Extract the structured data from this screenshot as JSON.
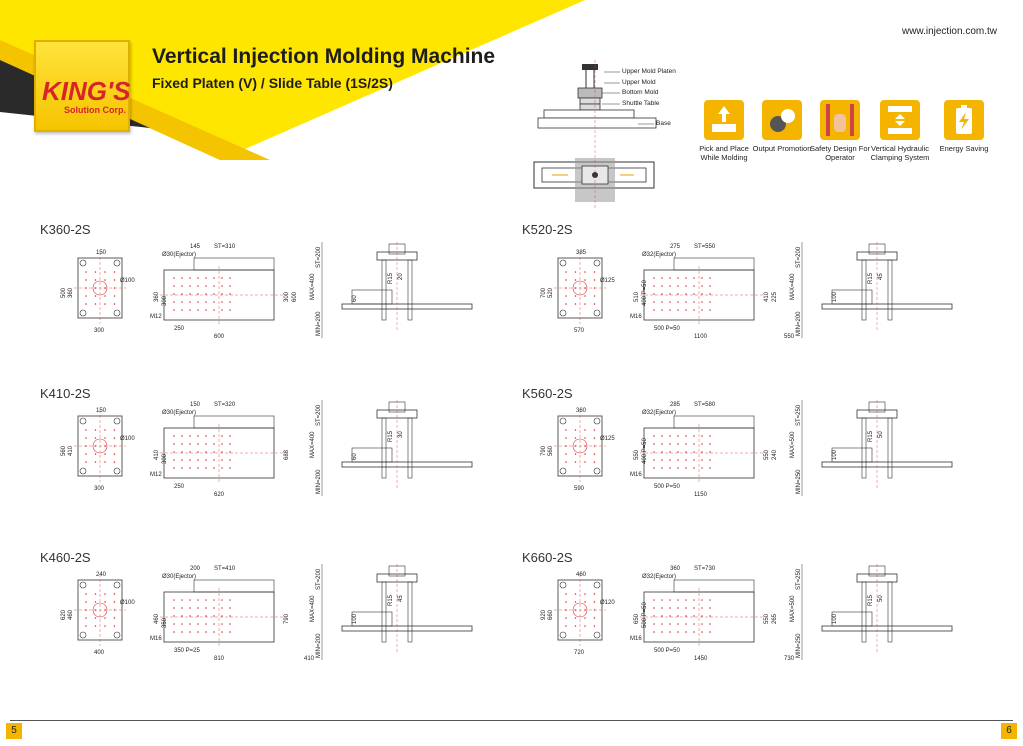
{
  "header": {
    "logo_text": "KING'S",
    "logo_sub": "Solution Corp.",
    "title": "Vertical Injection Molding Machine",
    "subtitle": "Fixed Platen (V) / Slide Table (1S/2S)",
    "url": "www.injection.com.tw"
  },
  "schematic": {
    "labels": [
      "Upper Mold Platen",
      "Upper Mold",
      "Bottom Mold",
      "Shuttle Table",
      "Base"
    ]
  },
  "features": [
    {
      "label": "Pick and Place While Molding",
      "icon": "pick-place-icon"
    },
    {
      "label": "Output Promotion",
      "icon": "output-icon"
    },
    {
      "label": "Safety Design For Operator",
      "icon": "safety-hand-icon"
    },
    {
      "label": "Vertical Hydraulic Clamping System",
      "icon": "clamping-icon"
    },
    {
      "label": "Energy Saving",
      "icon": "battery-icon"
    }
  ],
  "models": [
    {
      "name": "K360-2S",
      "a": "150",
      "b": "360",
      "c": "500",
      "d": "300",
      "hole": "Ø100",
      "ej": "Ø30(Ejector)",
      "e": "145",
      "st": "ST=310",
      "w": "600",
      "f": "250",
      "m": "M12",
      "g": "300",
      "h": "600",
      "i": "360",
      "j": "300",
      "vs": "ST=200",
      "vm": "MAX=400",
      "vn": "MIN=200",
      "r": "R15",
      "k": "20",
      "p": "60"
    },
    {
      "name": "K520-2S",
      "a": "385",
      "b": "520",
      "c": "700",
      "d": "570",
      "hole": "Ø125",
      "ej": "Ø32(Ejector)",
      "e": "275",
      "st": "ST=550",
      "w": "1100",
      "f": "500 P=50",
      "m": "M16",
      "g": "410",
      "h": "225",
      "i": "510",
      "j": "400 P=50",
      "w2": "550",
      "vs": "ST=200",
      "vm": "MAX=400",
      "vn": "MIN=200",
      "r": "R15",
      "k": "45",
      "p": "100"
    },
    {
      "name": "K410-2S",
      "a": "150",
      "b": "410",
      "c": "560",
      "d": "300",
      "hole": "Ø100",
      "ej": "Ø30(Ejector)",
      "e": "150",
      "st": "ST=320",
      "w": "620",
      "f": "250",
      "m": "M12",
      "g": "688",
      "h": "",
      "i": "410",
      "j": "300",
      "vs": "ST=200",
      "vm": "MAX=400",
      "vn": "MIN=200",
      "r": "R15",
      "k": "30",
      "p": "60"
    },
    {
      "name": "K560-2S",
      "a": "360",
      "b": "560",
      "c": "790",
      "d": "590",
      "hole": "Ø125",
      "ej": "Ø32(Ejector)",
      "e": "285",
      "st": "ST=580",
      "w": "1150",
      "f": "500 P=50",
      "m": "M16",
      "g": "550",
      "h": "240",
      "i": "550",
      "j": "400 P=50",
      "vs": "ST=250",
      "vm": "MAX=500",
      "vn": "MIN=250",
      "r": "R15",
      "k": "50",
      "p": "100"
    },
    {
      "name": "K460-2S",
      "a": "240",
      "b": "460",
      "c": "620",
      "d": "400",
      "hole": "Ø100",
      "ej": "Ø30(Ejector)",
      "e": "200",
      "st": "ST=410",
      "w": "810",
      "f": "350 P=25",
      "m": "M16",
      "g": "790",
      "h": "",
      "i": "460",
      "j": "350",
      "w2": "410",
      "vs": "ST=200",
      "vm": "MAX=400",
      "vn": "MIN=200",
      "r": "R15",
      "k": "45",
      "p": "100"
    },
    {
      "name": "K660-2S",
      "a": "460",
      "b": "660",
      "c": "920",
      "d": "720",
      "hole": "Ø120",
      "ej": "Ø32(Ejector)",
      "e": "360",
      "st": "ST=730",
      "w": "1450",
      "f": "500 P=50",
      "m": "M16",
      "g": "550",
      "h": "265",
      "i": "650",
      "j": "500 P=50",
      "w2": "730",
      "vs": "ST=250",
      "vm": "MAX=500",
      "vn": "MIN=250",
      "r": "R15",
      "k": "50",
      "p": "100"
    }
  ],
  "footer": {
    "page_left": "5",
    "page_right": "6"
  }
}
